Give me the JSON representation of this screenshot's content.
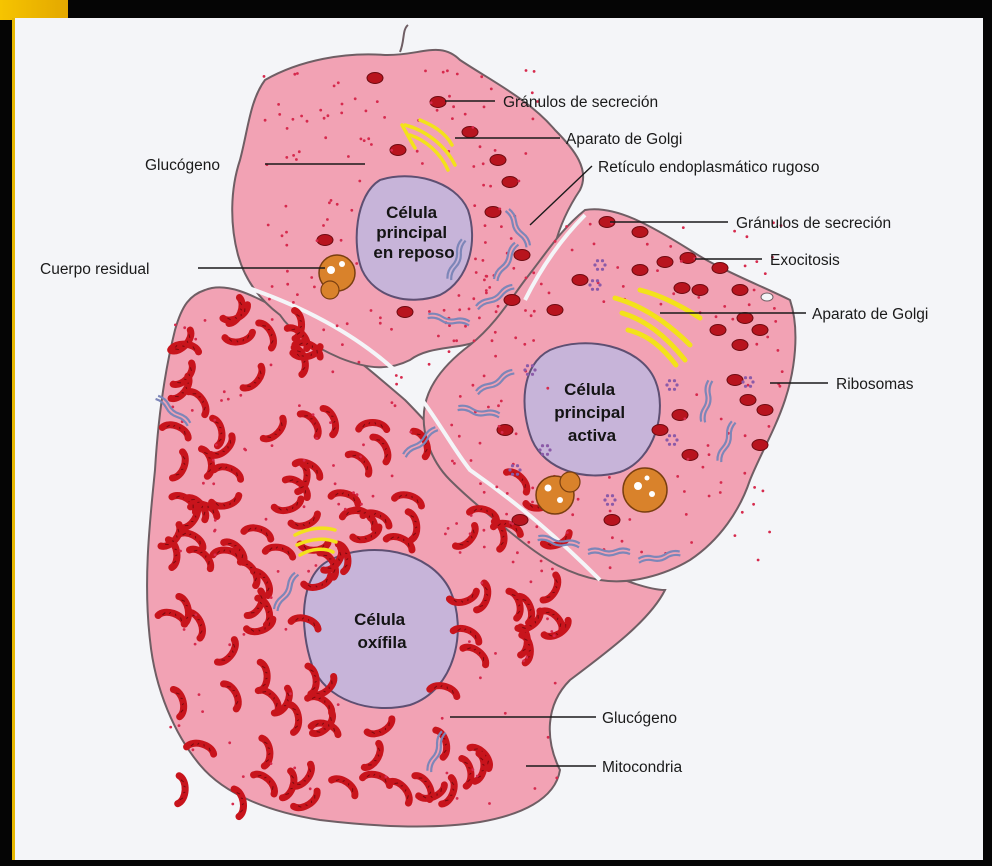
{
  "figure": {
    "nuclei": {
      "resting": [
        "Célula",
        "principal",
        "en reposo"
      ],
      "active": [
        "Célula",
        "principal",
        "activa"
      ],
      "oxyphil": [
        "Célula",
        "oxífila"
      ]
    },
    "labels": {
      "granulos_top": "Gránulos de secreción",
      "golgi_top": "Aparato de Golgi",
      "glucogeno_top": "Glucógeno",
      "reticulo": "Retículo endoplasmático rugoso",
      "granulos_right": "Gránulos de secreción",
      "cuerpo_residual": "Cuerpo residual",
      "exocitosis": "Exocitosis",
      "golgi_right": "Aparato de Golgi",
      "ribosomas": "Ribosomas",
      "glucogeno_bottom": "Glucógeno",
      "mitocondria": "Mitocondria"
    },
    "colors": {
      "cytoplasm": "#f2a2b4",
      "nucleus": "#c7b4d9",
      "mitochondria": "#c8141c",
      "golgi": "#f3e21a",
      "residual_body": "#d9822b",
      "membrane": "#7a6a70"
    }
  }
}
